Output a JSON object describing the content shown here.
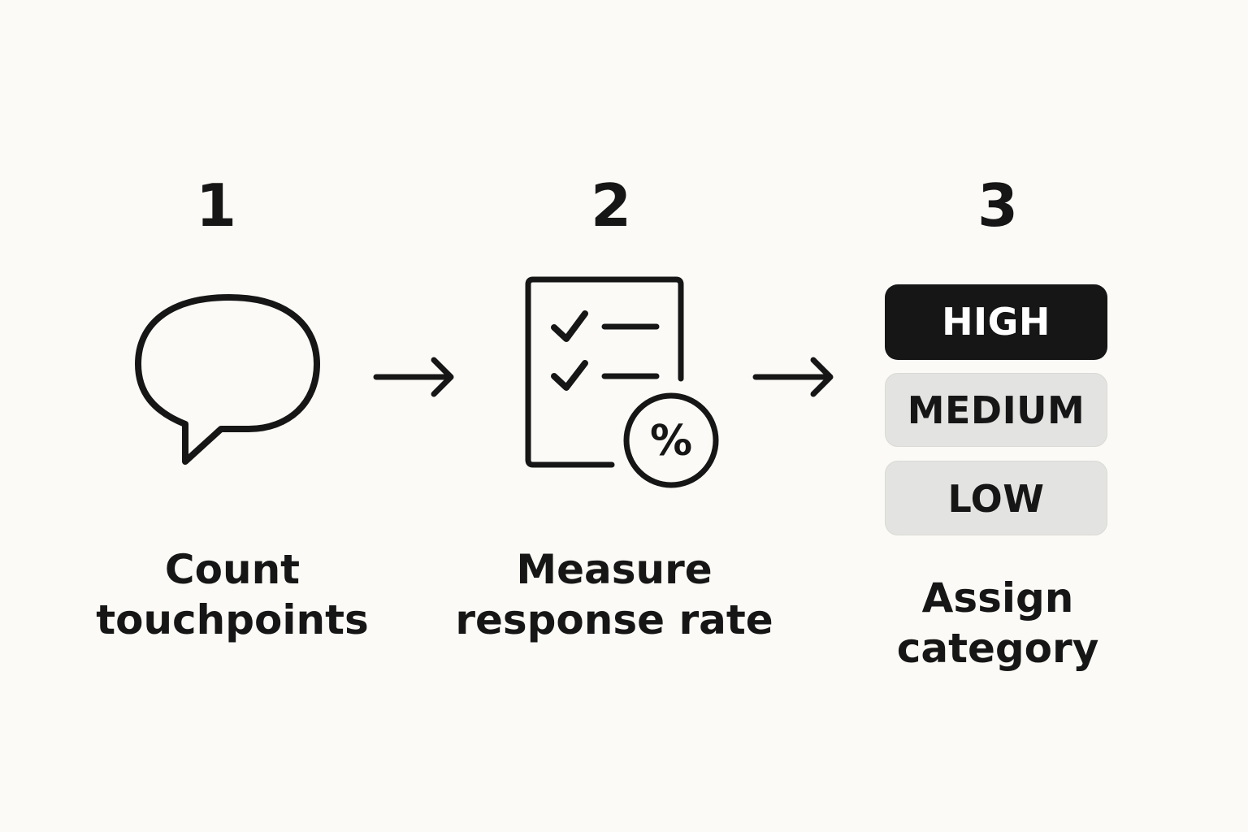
{
  "steps": [
    {
      "number": "1",
      "label_lines": [
        "Count",
        "touchpoints"
      ],
      "icon": "speech-bubble-icon"
    },
    {
      "number": "2",
      "label_lines": [
        "Measure",
        "response rate"
      ],
      "icon": "checklist-percent-icon"
    },
    {
      "number": "3",
      "label_lines": [
        "Assign",
        "category"
      ],
      "icon": "category-pills"
    }
  ],
  "categories": [
    "HIGH",
    "MEDIUM",
    "LOW"
  ],
  "percent_symbol": "%",
  "colors": {
    "background": "#fbfaf6",
    "ink": "#161616",
    "pill_active": "#161616",
    "pill_inactive": "#e3e3e1"
  }
}
